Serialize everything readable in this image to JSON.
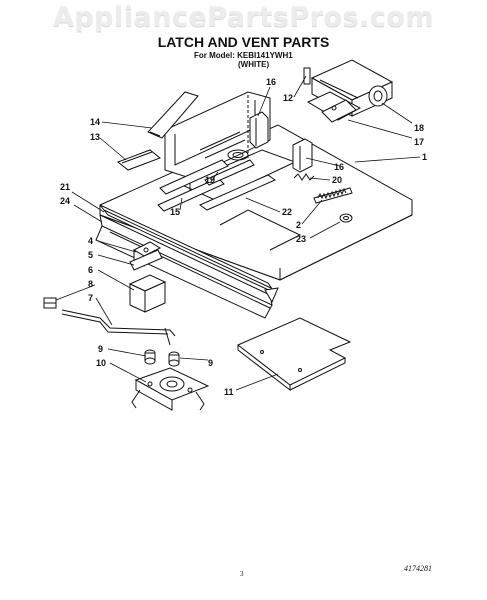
{
  "header": {
    "watermark": "AppliancePartsPros.com",
    "title": "LATCH AND VENT PARTS",
    "subtitle": "For Model: KEBI141YWH1",
    "color": "(WHITE)"
  },
  "footer": {
    "page_number": "3",
    "document_code": "4174281"
  },
  "callouts": [
    {
      "id": "c1",
      "label": "1"
    },
    {
      "id": "c2",
      "label": "2"
    },
    {
      "id": "c4",
      "label": "4"
    },
    {
      "id": "c5",
      "label": "5"
    },
    {
      "id": "c6",
      "label": "6"
    },
    {
      "id": "c7",
      "label": "7"
    },
    {
      "id": "c8",
      "label": "8"
    },
    {
      "id": "c9a",
      "label": "9"
    },
    {
      "id": "c9b",
      "label": "9"
    },
    {
      "id": "c10",
      "label": "10"
    },
    {
      "id": "c11",
      "label": "11"
    },
    {
      "id": "c12",
      "label": "12"
    },
    {
      "id": "c13",
      "label": "13"
    },
    {
      "id": "c14",
      "label": "14"
    },
    {
      "id": "c15",
      "label": "15"
    },
    {
      "id": "c16a",
      "label": "16"
    },
    {
      "id": "c16b",
      "label": "16"
    },
    {
      "id": "c17",
      "label": "17"
    },
    {
      "id": "c18",
      "label": "18"
    },
    {
      "id": "c19",
      "label": "19"
    },
    {
      "id": "c20",
      "label": "20"
    },
    {
      "id": "c21",
      "label": "21"
    },
    {
      "id": "c22",
      "label": "22"
    },
    {
      "id": "c23",
      "label": "23"
    },
    {
      "id": "c24",
      "label": "24"
    }
  ]
}
